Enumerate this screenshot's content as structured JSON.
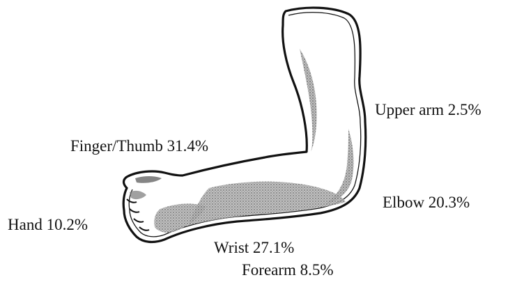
{
  "labels": {
    "upper_arm": "Upper arm 2.5%",
    "finger_thumb": "Finger/Thumb 31.4%",
    "elbow": "Elbow 20.3%",
    "hand": "Hand 10.2%",
    "wrist": "Wrist 27.1%",
    "forearm": "Forearm 8.5%"
  },
  "colors": {
    "outline": "#111111",
    "shading": "#8a8a8a",
    "background": "#ffffff"
  }
}
